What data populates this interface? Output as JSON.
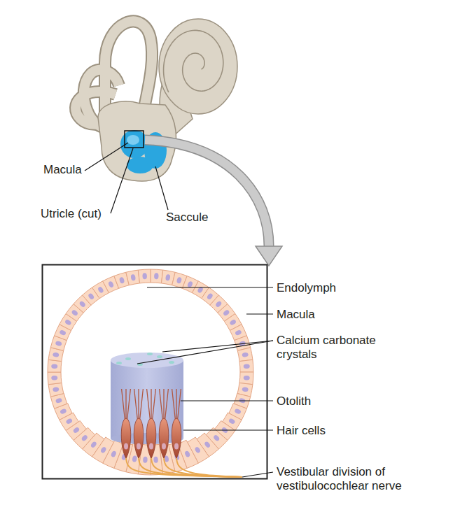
{
  "diagram": {
    "labels": [
      "Macula",
      "Utricle (cut)",
      "Saccule",
      "Endolymph",
      "Macula",
      "Calcium carbonate crystals",
      "Otolith",
      "Hair cells",
      "Vestibular division of vestibulocochlear nerve"
    ]
  }
}
